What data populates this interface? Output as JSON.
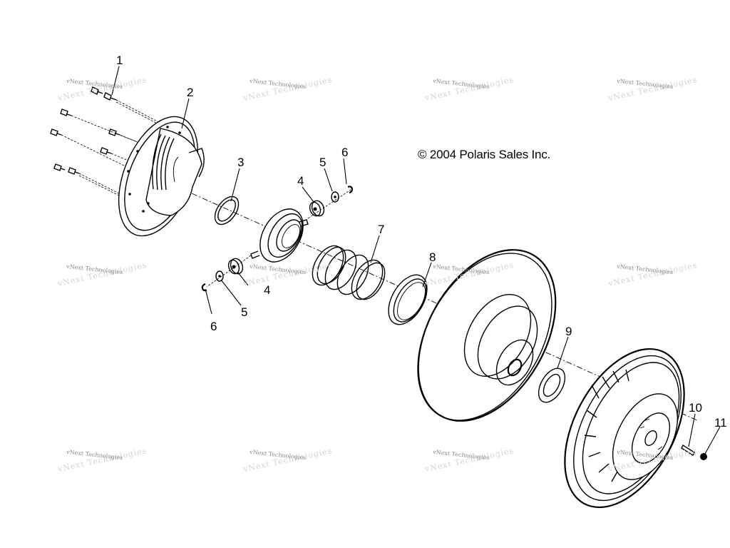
{
  "diagram": {
    "title": "Exploded parts diagram — driven clutch assembly",
    "copyright": "© 2004 Polaris Sales Inc.",
    "watermark_text": "vNext Technologies",
    "callouts": [
      {
        "id": "callout-1",
        "label": "1",
        "part": "screw"
      },
      {
        "id": "callout-2",
        "label": "2",
        "part": "helix-cam-cover"
      },
      {
        "id": "callout-3",
        "label": "3",
        "part": "retaining-ring"
      },
      {
        "id": "callout-4a",
        "label": "4",
        "part": "roller"
      },
      {
        "id": "callout-5a",
        "label": "5",
        "part": "washer"
      },
      {
        "id": "callout-6a",
        "label": "6",
        "part": "e-clip"
      },
      {
        "id": "callout-7",
        "label": "7",
        "part": "spring"
      },
      {
        "id": "callout-8",
        "label": "8",
        "part": "spring-seat"
      },
      {
        "id": "callout-4b",
        "label": "4",
        "part": "roller"
      },
      {
        "id": "callout-5b",
        "label": "5",
        "part": "washer"
      },
      {
        "id": "callout-6b",
        "label": "6",
        "part": "e-clip"
      },
      {
        "id": "callout-9",
        "label": "9",
        "part": "shim-washer"
      },
      {
        "id": "callout-10",
        "label": "10",
        "part": "pin"
      },
      {
        "id": "callout-11",
        "label": "11",
        "part": "nut"
      }
    ]
  }
}
